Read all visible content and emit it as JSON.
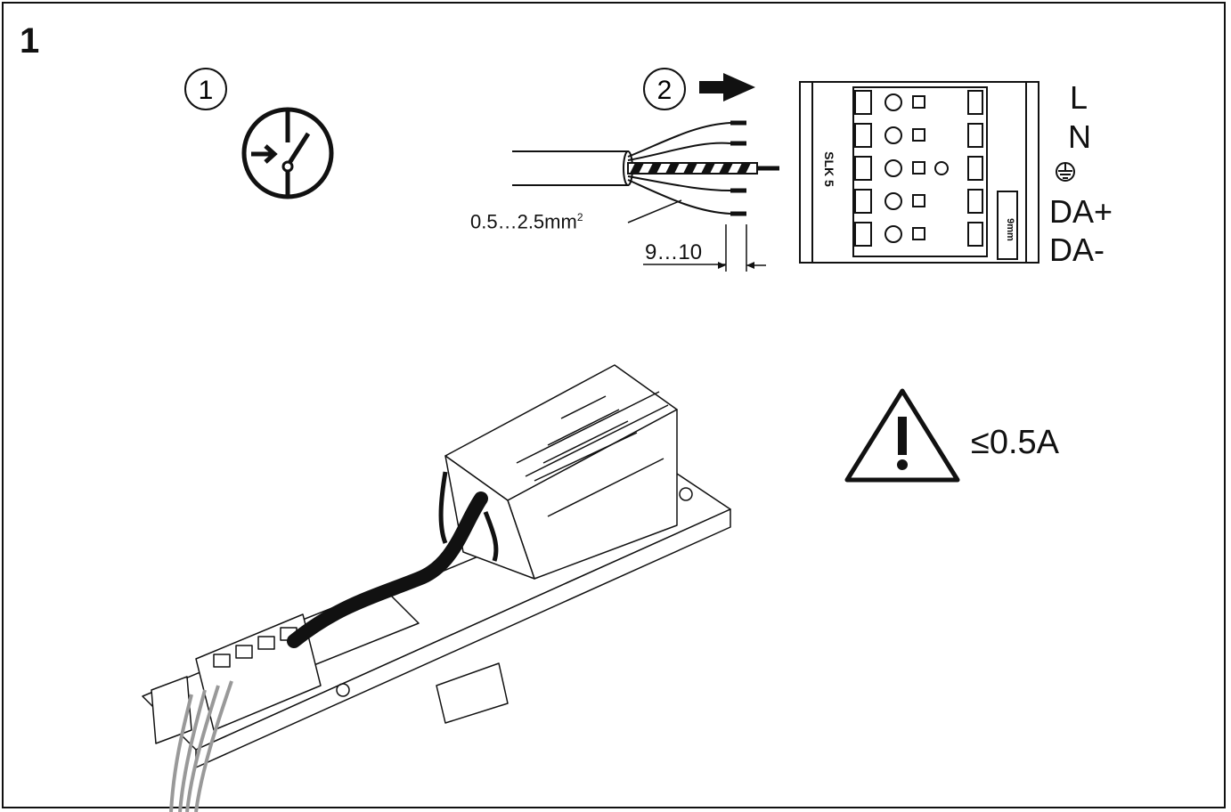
{
  "step": "1",
  "sub_steps": {
    "first": "1",
    "second": "2"
  },
  "cable": {
    "cross_section": "0.5…2.5mm",
    "superscript": "2",
    "strip_length": "9…10"
  },
  "terminal": {
    "model": "SLK 5",
    "gauge": "9mm",
    "connections": [
      "L",
      "N",
      "DA+",
      "DA-"
    ],
    "earth_symbol": "protective-earth"
  },
  "warning": {
    "icon": "warning-triangle-icon",
    "current_limit": "≤0.5A"
  }
}
